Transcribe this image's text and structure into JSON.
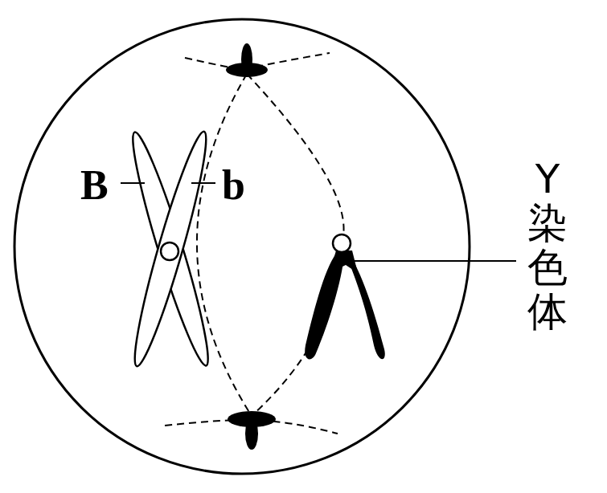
{
  "diagram": {
    "labels": [
      "B",
      "b",
      "Y染色体"
    ]
  }
}
